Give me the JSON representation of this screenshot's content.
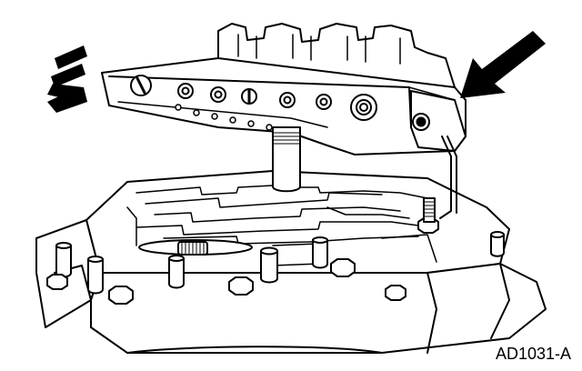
{
  "figure": {
    "id_label": "AD1031-A"
  },
  "colors": {
    "ink": "#000000",
    "paper": "#ffffff",
    "shade": "#b0b0b0"
  },
  "icons": {
    "removal_arrow": "triple-dash-arrow-left",
    "pointer_arrow": "solid-arrow-down-left"
  }
}
